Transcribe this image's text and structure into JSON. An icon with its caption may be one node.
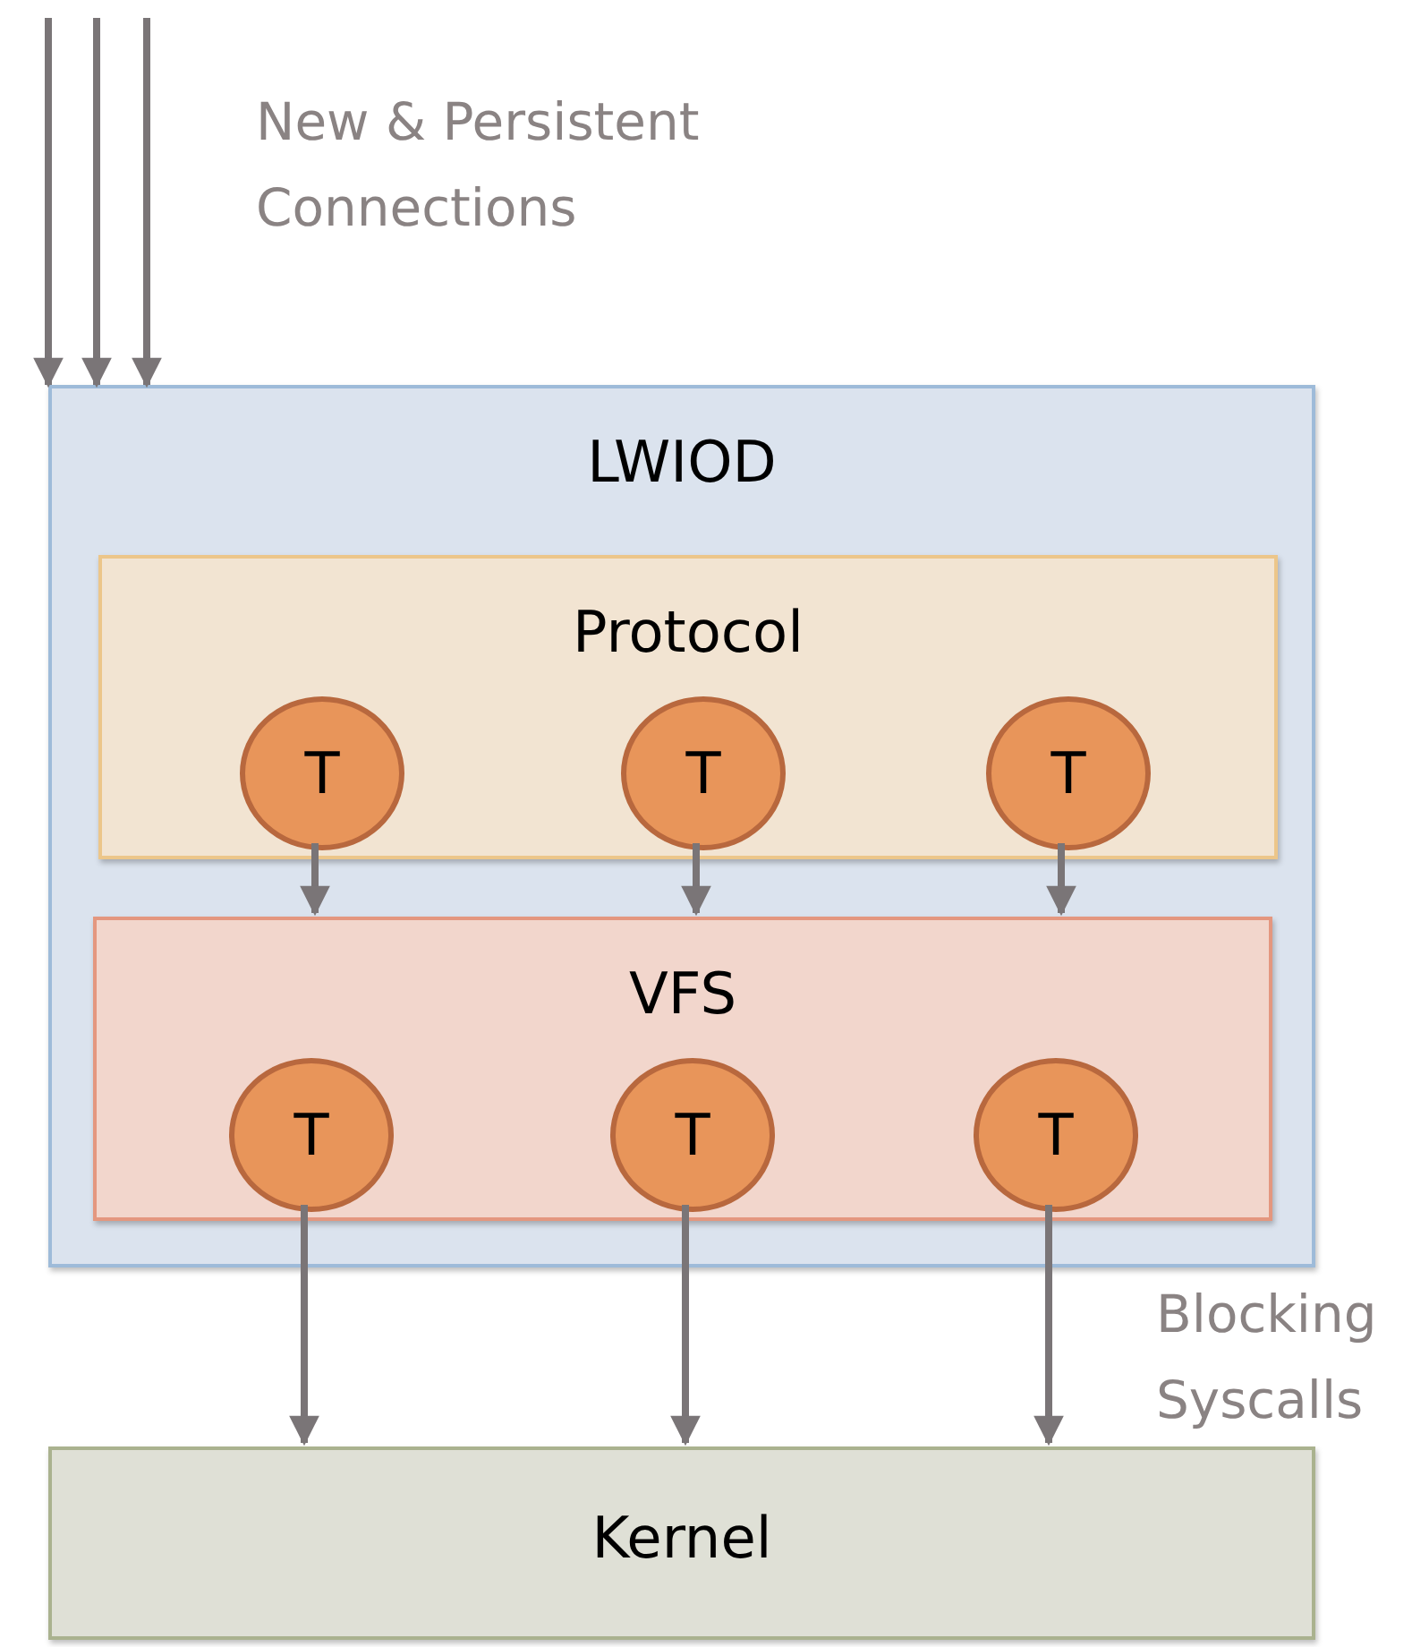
{
  "diagram": {
    "nodes": [
      {
        "text": [
          "LWIOD"
        ]
      },
      {
        "text": [
          "Protocol"
        ],
        "in": 0
      },
      {
        "text": [
          "T"
        ],
        "in": 1
      },
      {
        "text": [
          "T"
        ],
        "in": 1
      },
      {
        "text": [
          "T"
        ],
        "in": 1
      },
      {
        "text": [
          "VFS"
        ],
        "in": 0
      },
      {
        "text": [
          "T"
        ],
        "in": 5
      },
      {
        "text": [
          "T"
        ],
        "in": 5
      },
      {
        "text": [
          "T"
        ],
        "in": 5
      },
      {
        "text": [
          "Kernel"
        ]
      }
    ],
    "edges": [
      {
        "from": null,
        "to": 0,
        "arrow": "to"
      },
      {
        "from": null,
        "to": 0,
        "arrow": "to"
      },
      {
        "from": null,
        "to": 0,
        "arrow": "to"
      },
      {
        "from": 2,
        "to": 5,
        "arrow": "to"
      },
      {
        "from": 3,
        "to": 5,
        "arrow": "to"
      },
      {
        "from": 4,
        "to": 5,
        "arrow": "to"
      },
      {
        "from": 6,
        "to": 9,
        "arrow": "to"
      },
      {
        "from": 7,
        "to": 9,
        "arrow": "to"
      },
      {
        "from": 8,
        "to": 9,
        "arrow": "to"
      }
    ],
    "labels": [
      "New & Persistent Connections",
      "Blocking Syscalls"
    ]
  }
}
